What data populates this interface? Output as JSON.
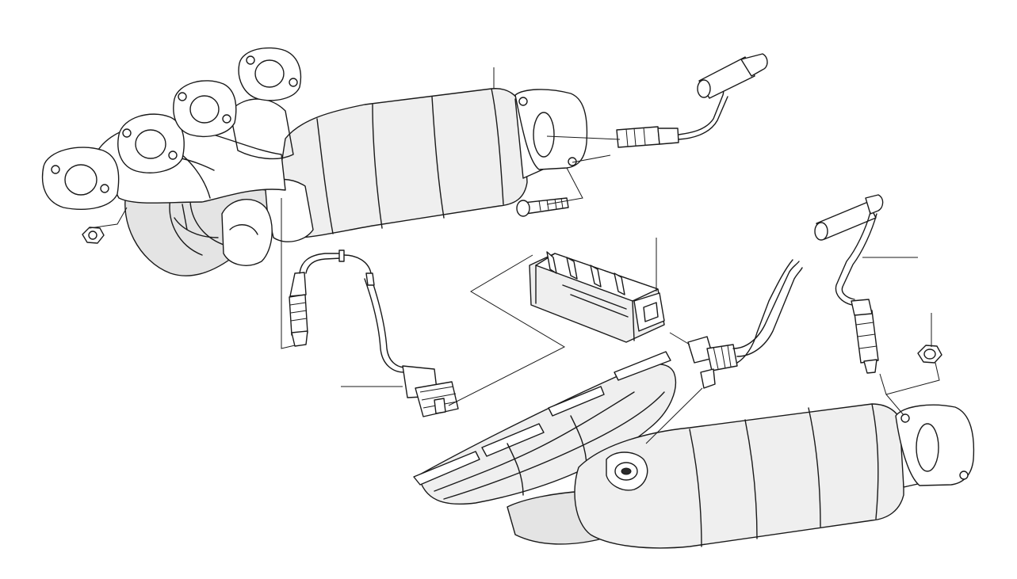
{
  "colors": {
    "line": "#1a1a1a",
    "background": "#ffffff",
    "shade": "#efefef"
  },
  "components": [
    "upper-exhaust-manifold-with-catalytic-converter",
    "lower-exhaust-manifold-with-catalytic-converter",
    "oxygen-sensor-upper-pre-cat",
    "oxygen-sensor-upper-post-cat",
    "oxygen-sensor-lower-pre-cat",
    "oxygen-sensor-lower-post-cat",
    "sensor-connector-bracket",
    "mounting-bolt",
    "hex-nut-left",
    "hex-nut-right"
  ]
}
